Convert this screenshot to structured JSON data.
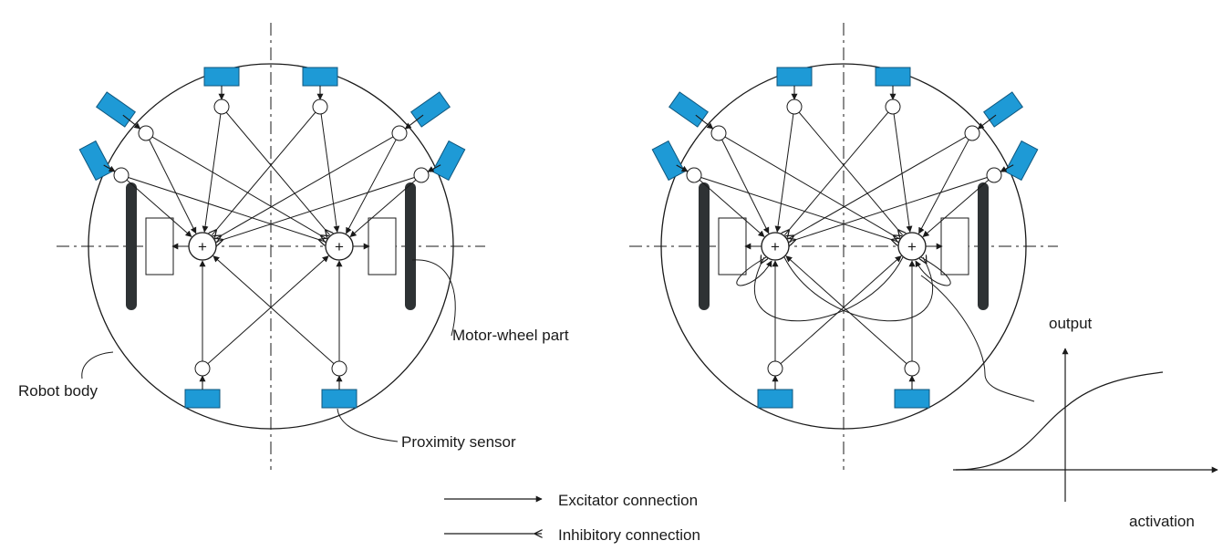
{
  "colors": {
    "sensor": "#1e9ad6",
    "sensor_stroke": "#10577e",
    "wheel": "#2e3234",
    "line": "#1a1a1a"
  },
  "labels": {
    "motor_wheel_part": "Motor-wheel part",
    "robot_body": "Robot body",
    "proximity_sensor": "Proximity sensor",
    "excitator_connection": "Excitator connection",
    "inhibitory_connection": "Inhibitory connection",
    "output_axis": "output",
    "activation_axis": "activation"
  },
  "node_symbol": "+"
}
